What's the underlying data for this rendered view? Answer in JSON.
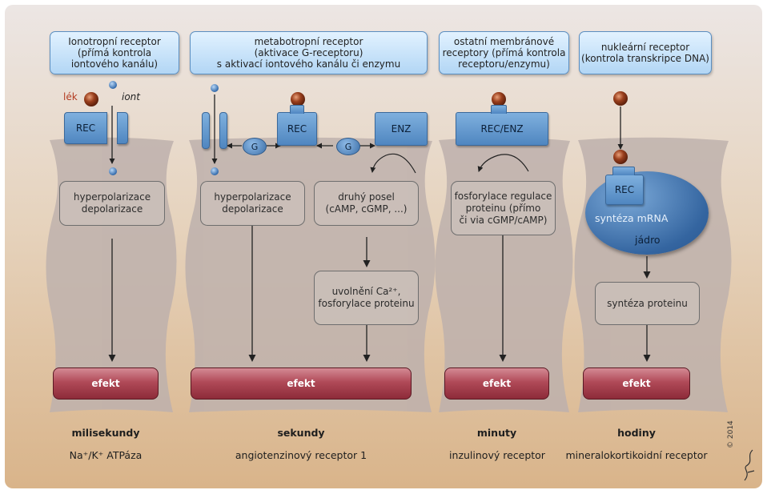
{
  "colors": {
    "header_fill": "#c4e1f8",
    "receptor_blue": "#5a8fc6",
    "ligand_brown": "#8a3a1c",
    "ion_blue": "#4a7fc0",
    "efekt_red": "#a23e4c",
    "lek_label_red": "#b33a20"
  },
  "columns": [
    {
      "header": [
        "Ionotropní receptor",
        "(přímá kontrola",
        "iontového kanálu)"
      ],
      "receptor": "REC",
      "ligand_label": "lék",
      "ion_label": "iont",
      "boxes": [
        [
          "hyperpolarizace",
          "depolarizace"
        ]
      ],
      "effect": "efekt",
      "time": "milisekundy",
      "example": "Na⁺/K⁺ ATPáza"
    },
    {
      "header": [
        "metabotropní receptor",
        "(aktivace G-receptoru)",
        "s aktivací iontového kanálu či enzymu"
      ],
      "receptor": "REC",
      "enzyme": "ENZ",
      "g_protein": "G",
      "boxes": [
        [
          "hyperpolarizace",
          "depolarizace"
        ],
        [
          "druhý posel",
          "(cAMP, cGMP, ...)"
        ],
        [
          "uvolnění Ca²⁺,",
          "fosforylace proteinu"
        ]
      ],
      "effect": "efekt",
      "time": "sekundy",
      "example": "angiotenzinový receptor 1"
    },
    {
      "header": [
        "ostatní membránové",
        "receptory (přímá kontrola",
        "receptoru/enzymu)"
      ],
      "receptor": "REC/ENZ",
      "boxes": [
        [
          "fosforylace regulace",
          "proteinu (přímo",
          "či via cGMP/cAMP)"
        ]
      ],
      "effect": "efekt",
      "time": "minuty",
      "example": "inzulinový receptor"
    },
    {
      "header": [
        "nukleární receptor",
        "(kontrola transkripce DNA)"
      ],
      "receptor": "REC",
      "nucleus_text": [
        "syntéza mRNA",
        "jádro"
      ],
      "boxes": [
        [
          "syntéza proteinu"
        ]
      ],
      "effect": "efekt",
      "time": "hodiny",
      "example": "mineralokortikoidní receptor"
    }
  ],
  "copyright": "© 2014"
}
